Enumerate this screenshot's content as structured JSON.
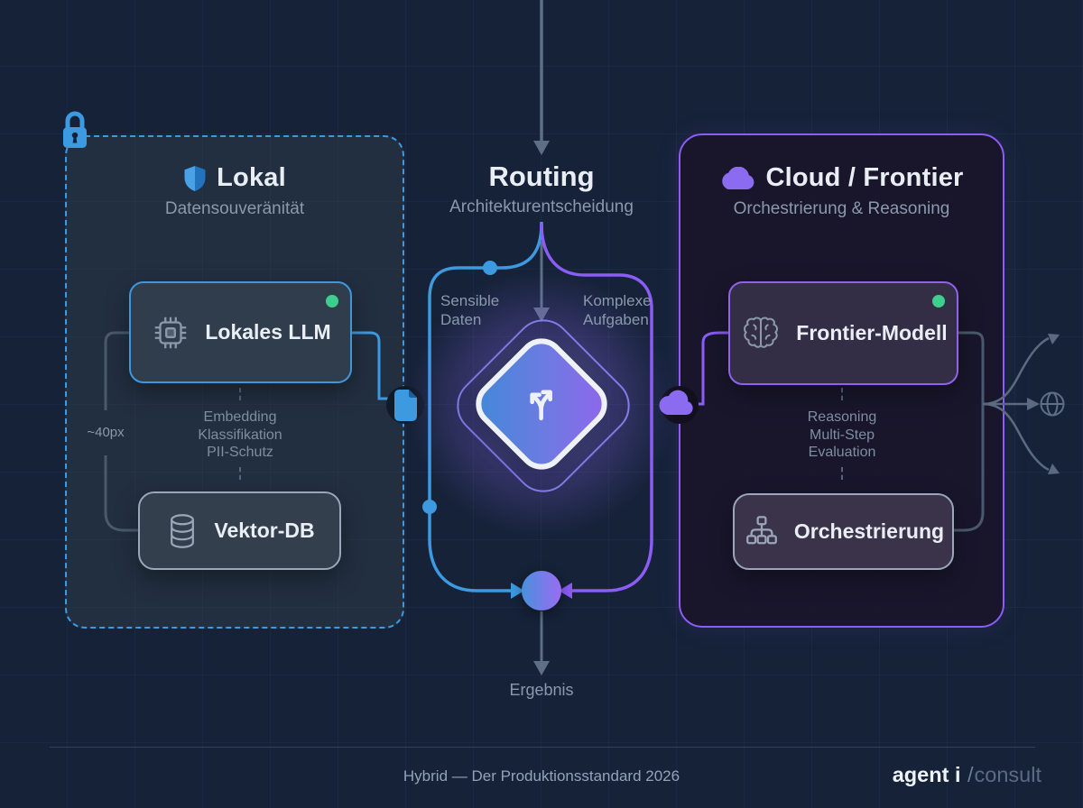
{
  "local_panel": {
    "title": "Lokal",
    "subtitle": "Datensouveränität",
    "llm_label": "Lokales LLM",
    "capabilities": [
      "Embedding",
      "Klassifikation",
      "PII-Schutz"
    ],
    "size_annotation": "~40px",
    "db_label": "Vektor-DB"
  },
  "routing": {
    "title": "Routing",
    "subtitle": "Architekturentscheidung",
    "left_branch": [
      "Sensible",
      "Daten"
    ],
    "right_branch": [
      "Komplexe",
      "Aufgaben"
    ],
    "result_label": "Ergebnis"
  },
  "cloud_panel": {
    "title": "Cloud / Frontier",
    "subtitle": "Orchestrierung & Reasoning",
    "model_label": "Frontier-Modell",
    "capabilities": [
      "Reasoning",
      "Multi-Step",
      "Evaluation"
    ],
    "orchestration_label": "Orchestrierung"
  },
  "footer": {
    "caption": "Hybrid — Der Produktionsstandard 2026",
    "brand_bold": "agent i",
    "brand_separator": "/",
    "brand_light": "consult"
  },
  "colors": {
    "background": "#152238",
    "local_accent": "#3d9ae0",
    "cloud_accent": "#8b5cf6",
    "status_green": "#3ecf8e",
    "gradient_blue": "#4a90dd",
    "gradient_purple": "#9165ec",
    "muted_text": "#8a99ad"
  }
}
